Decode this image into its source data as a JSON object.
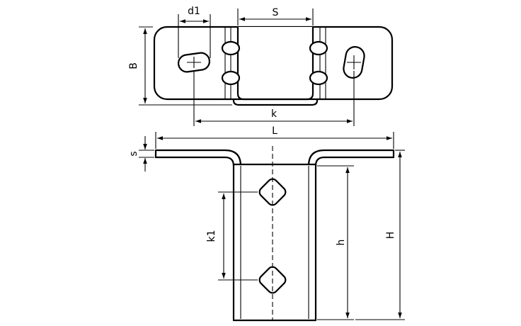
{
  "diagram": {
    "labels": {
      "d1": "d1",
      "S": "S",
      "B": "B",
      "k": "k",
      "L": "L",
      "s": "s",
      "k1": "k1",
      "h": "h",
      "H": "H"
    }
  }
}
